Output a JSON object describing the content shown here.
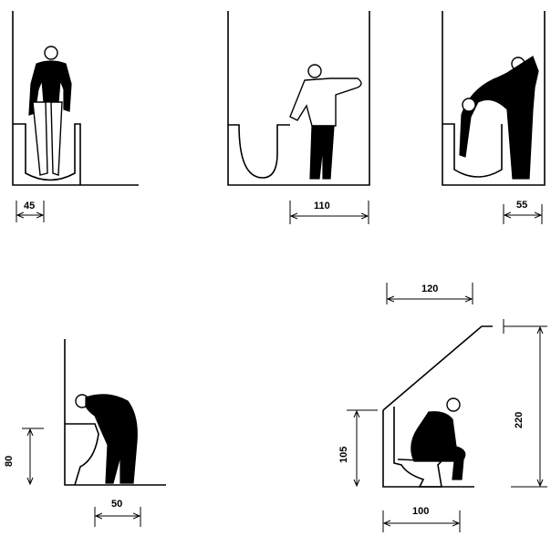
{
  "diagram": {
    "dimensions": {
      "d1": "45",
      "d2": "110",
      "d3": "55",
      "d4": "80",
      "d5": "50",
      "d6": "120",
      "d7": "105",
      "d8": "220",
      "d9": "100"
    }
  }
}
